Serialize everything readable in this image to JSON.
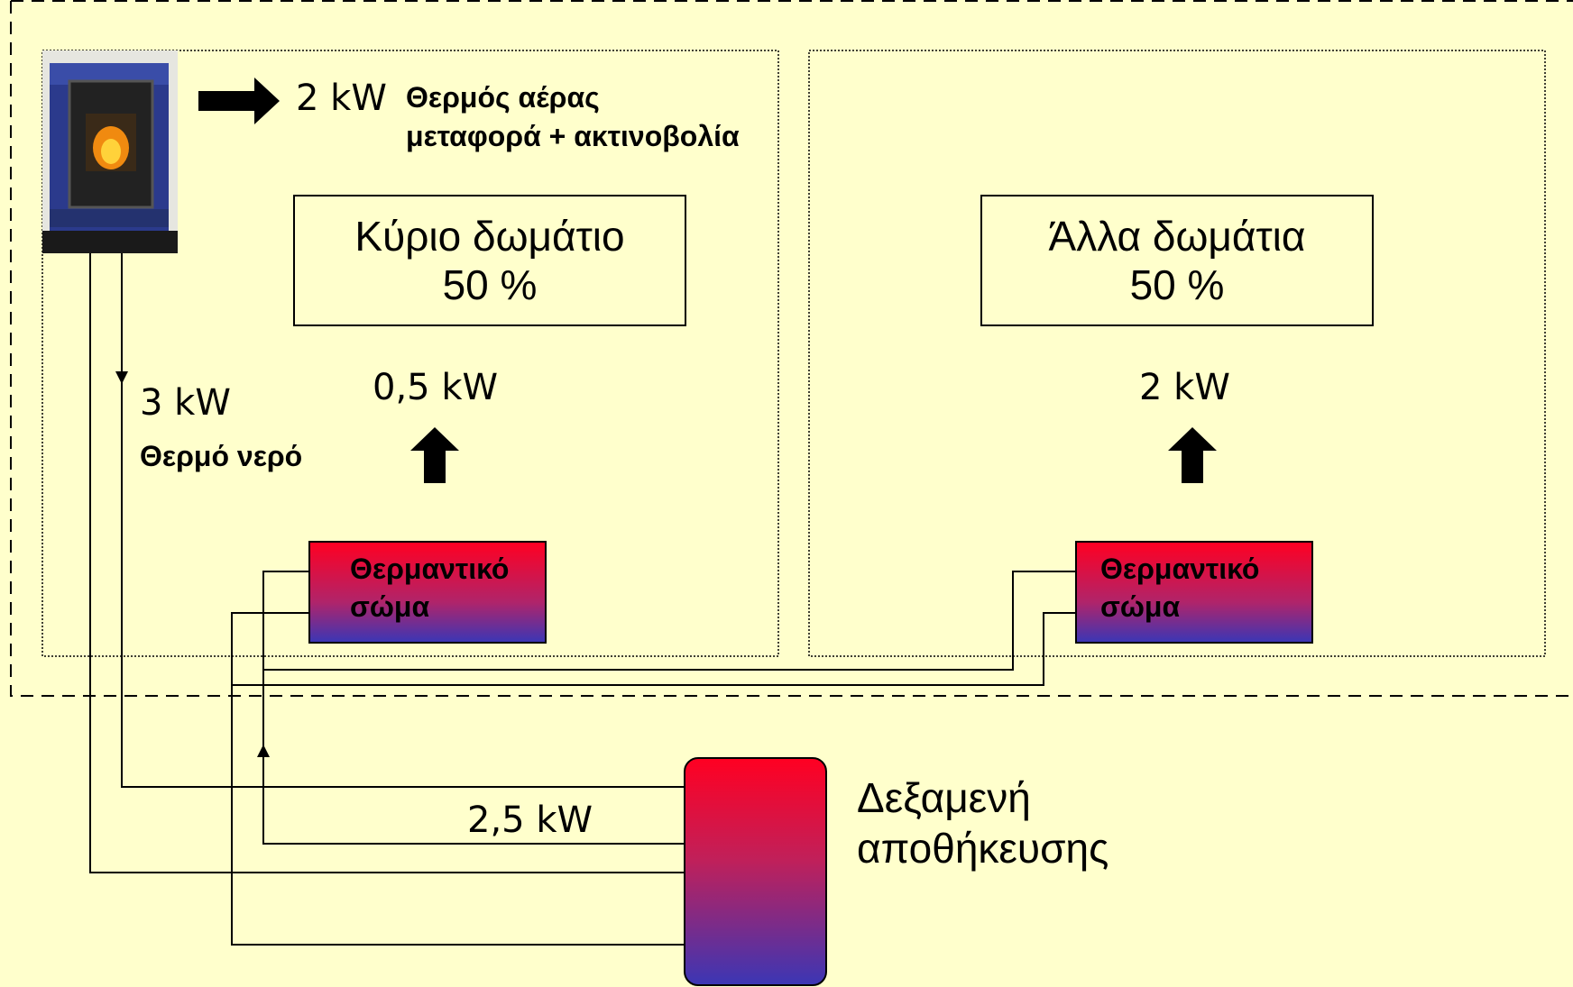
{
  "stove": {
    "output_kw": "2 kW",
    "air_label_line1": "Θερμός αέρας",
    "air_label_line2": "μεταφορά + ακτινοβολία",
    "water_kw": "3 kW",
    "water_label": "Θερμό νερό"
  },
  "main_room": {
    "name": "Κύριο δωμάτιο",
    "share": "50 %",
    "heat_kw": "0,5 kW",
    "radiator_line1": "Θερμαντικό",
    "radiator_line2": "σώμα"
  },
  "other_rooms": {
    "name": "Άλλα δωμάτια",
    "share": "50 %",
    "heat_kw": "2 kW",
    "radiator_line1": "Θερμαντικό",
    "radiator_line2": "σώμα"
  },
  "tank": {
    "flow_kw": "2,5 kW",
    "label_line1": "Δεξαμενή",
    "label_line2": "αποθήκευσης"
  },
  "colors": {
    "background": "#FFFFCC",
    "hot": "#FF0022",
    "cold": "#3C36B4"
  }
}
